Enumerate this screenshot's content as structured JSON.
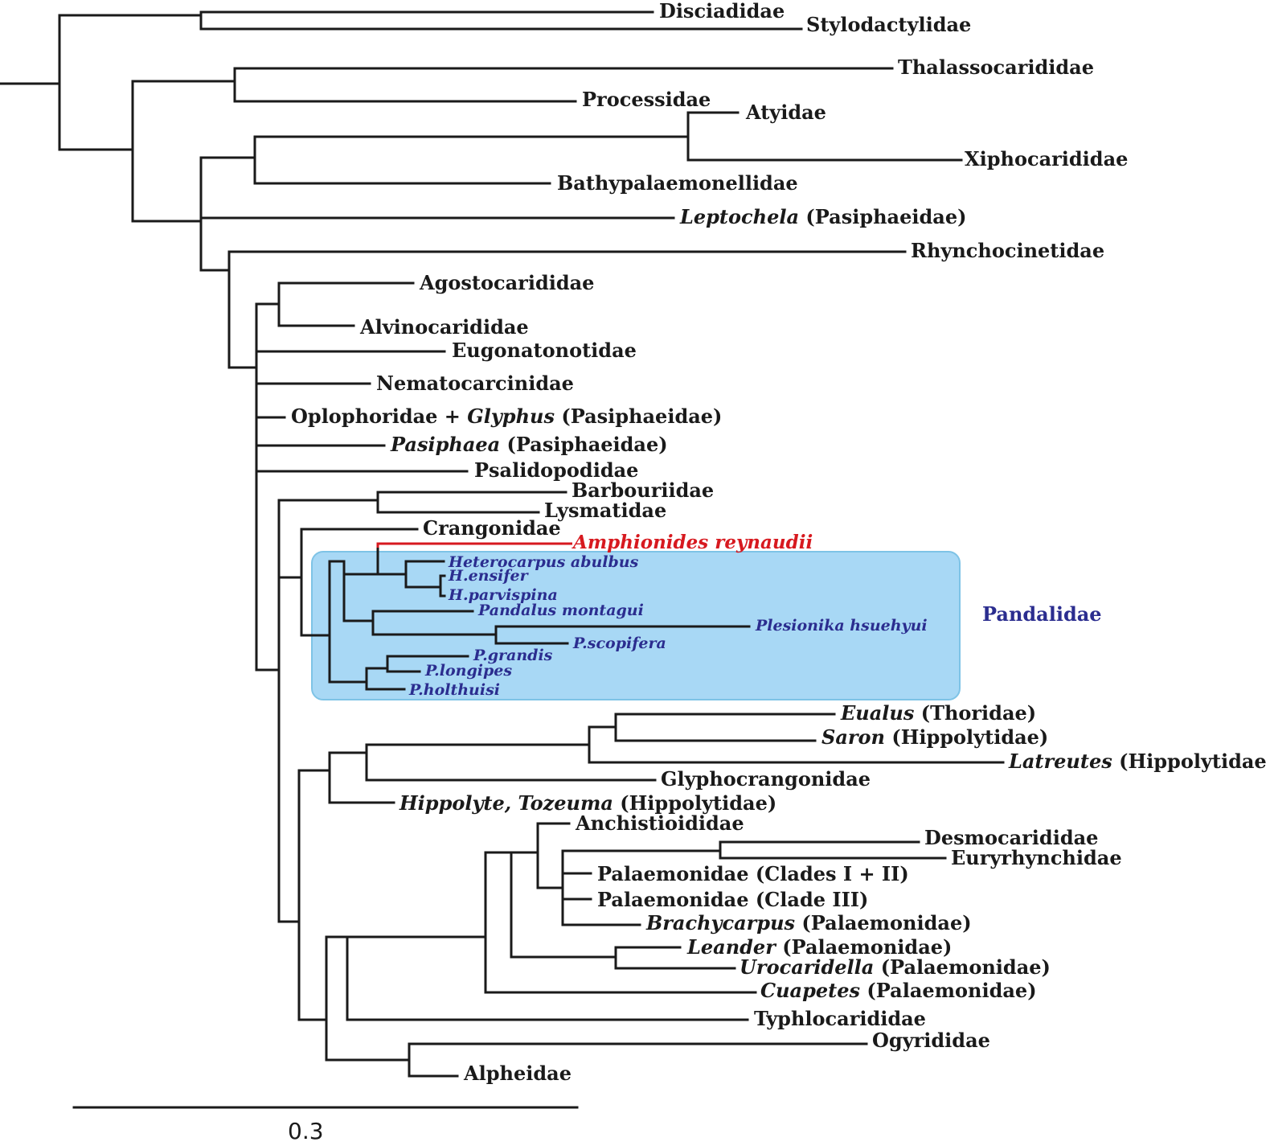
{
  "colors": {
    "branch": "#1a1a1a",
    "highlight_text": "#d7191f",
    "clade_text": "#2b2d8f",
    "clade_box_fill": "#a8d8f5",
    "clade_box_stroke": "#7ec3e6"
  },
  "clade": {
    "name": "Pandalidae"
  },
  "scale_bar": {
    "label": "0.3"
  },
  "taxa": {
    "disciadidae": "Disciadidae",
    "stylodactylidae": "Stylodactylidae",
    "thalassocarididae": "Thalassocarididae",
    "processidae": "Processidae",
    "atyidae": "Atyidae",
    "xiphocarididae": "Xiphocarididae",
    "bathypalaemonellidae": "Bathypalaemonellidae",
    "leptochela": {
      "italic": "Leptochela",
      "rest": " (Pasiphaeidae)"
    },
    "rhynchocinetidae": "Rhynchocinetidae",
    "agostocarididae": "Agostocarididae",
    "alvinocarididae": "Alvinocarididae",
    "eugonatonotidae": "Eugonatonotidae",
    "nematocarcinidae": "Nematocarcinidae",
    "oplophoridae": {
      "pre": "Oplophoridae + ",
      "italic": "Glyphus",
      "rest": " (Pasiphaeidae)"
    },
    "pasiphaea": {
      "italic": "Pasiphaea",
      "rest": " (Pasiphaeidae)"
    },
    "psalidopodidae": "Psalidopodidae",
    "barbouriidae": "Barbouriidae",
    "lysmatidae": "Lysmatidae",
    "crangonidae": "Crangonidae",
    "amphionides": "Amphionides reynaudii",
    "heterocarpus_abulbus": "Heterocarpus abulbus",
    "h_ensifer": "H.ensifer",
    "h_parvispina": "H.parvispina",
    "pandalus_montagui": "Pandalus montagui",
    "plesionika_hsuehyui": "Plesionika hsuehyui",
    "p_scopifera": "P.scopifera",
    "p_grandis": "P.grandis",
    "p_longipes": "P.longipes",
    "p_holthuisi": "P.holthuisi",
    "eualus": {
      "italic": "Eualus",
      "rest": " (Thoridae)"
    },
    "saron": {
      "italic": "Saron",
      "rest": " (Hippolytidae)"
    },
    "latreutes": {
      "italic": "Latreutes",
      "rest": " (Hippolytidae)"
    },
    "glyphocrangonidae": "Glyphocrangonidae",
    "hippolyte": {
      "italic": "Hippolyte, Tozeuma",
      "rest": " (Hippolytidae)"
    },
    "anchistioididae": "Anchistioididae",
    "desmocarididae": "Desmocarididae",
    "euryrhynchidae": "Euryrhynchidae",
    "palaemonidae_12": "Palaemonidae (Clades I + II)",
    "palaemonidae_3": "Palaemonidae (Clade III)",
    "brachycarpus": {
      "italic": "Brachycarpus",
      "rest": " (Palaemonidae)"
    },
    "leander": {
      "italic": "Leander",
      "rest": " (Palaemonidae)"
    },
    "urocaridella": {
      "italic": "Urocaridella",
      "rest": " (Palaemonidae)"
    },
    "cuapetes": {
      "italic": "Cuapetes",
      "rest": " (Palaemonidae)"
    },
    "typhlocarididae": "Typhlocarididae",
    "ogyrididae": "Ogyrididae",
    "alpheidae": "Alpheidae"
  }
}
